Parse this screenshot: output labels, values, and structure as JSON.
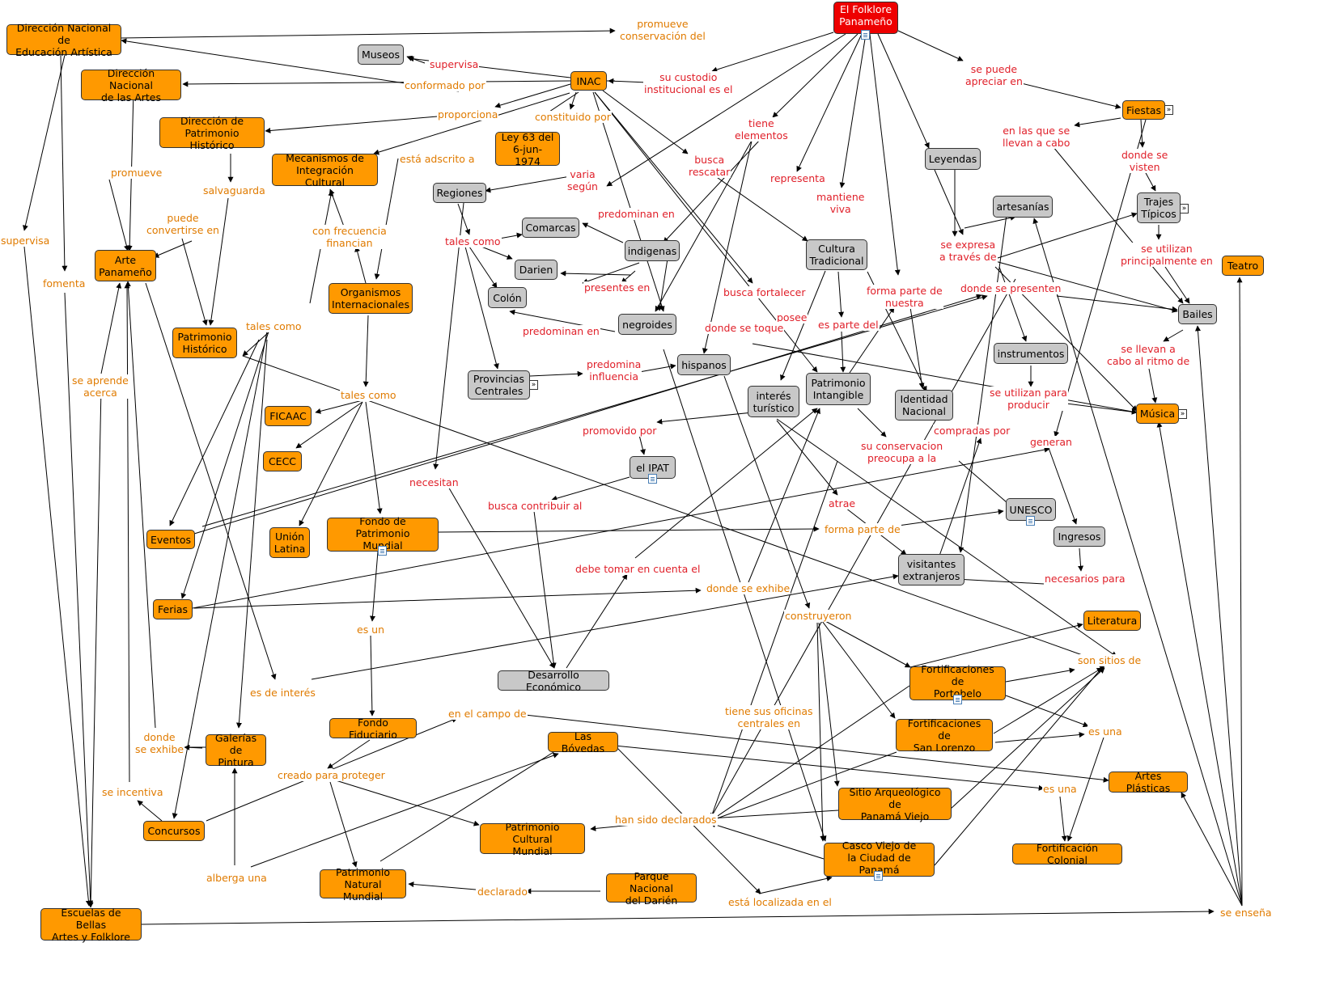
{
  "nodes": {
    "folklore": "El Folklore\nPanameño",
    "dnea": "Dirección Nacional de\nEducación Artística",
    "museos": "Museos",
    "inac": "INAC",
    "dna": "Dirección Nacional\nde las Artes",
    "dph": "Dirección de\nPatrimonio Histórico",
    "ley63": "Ley 63 del\n6-jun-1974",
    "mic": "Mecanismos de\nIntegración Cultural",
    "regiones": "Regiones",
    "comarcas": "Comarcas",
    "darien": "Darien",
    "colon": "Colón",
    "provincias": "Provincias\nCentrales",
    "indigenas": "indigenas",
    "negroides": "negroides",
    "hispanos": "hispanos",
    "leyendas": "Leyendas",
    "artesanias": "artesanías",
    "fiestas": "Fiestas",
    "trajes": "Trajes\nTípicos",
    "bailes": "Bailes",
    "musica": "Música",
    "teatro": "Teatro",
    "cultura": "Cultura\nTradicional",
    "patint": "Patrimonio\nIntangible",
    "identidad": "Identidad\nNacional",
    "interes_tur": "interés\nturístico",
    "instrumentos": "instrumentos",
    "ipat": "el IPAT",
    "unesco": "UNESCO",
    "ingresos": "Ingresos",
    "visitantes": "visitantes\nextranjeros",
    "arte": "Arte\nPanameño",
    "pathist": "Patrimonio\nHistórico",
    "orgint": "Organismos\nInternacionales",
    "ficaac": "FICAAC",
    "cecc": "CECC",
    "union": "Unión\nLatina",
    "fpm": "Fondo de Patrimonio\nMundial",
    "eventos": "Eventos",
    "ferias": "Ferias",
    "desarrollo": "Desarrollo Económico",
    "fondofid": "Fondo Fiduciario",
    "galerias": "Galerías\nde Pintura",
    "concursos": "Concursos",
    "bovedas": "Las Bóvedas",
    "pcm": "Patrimonio Cultural\nMundial",
    "pnm": "Patrimonio\nNatural Mundial",
    "pndarien": "Parque Nacional\ndel Darién",
    "escuelas": "Escuelas de Bellas\nArtes y Folklore",
    "literatura": "Literatura",
    "portobelo": "Fortificaciones de\nPortobelo",
    "sanlorenzo": "Fortificaciones de\nSan Lorenzo",
    "panamaviejo": "Sitio Arqueológico de\nPanamá Viejo",
    "cascoviejo": "Casco Viejo de\nla Ciudad de Panamá",
    "artesplasticas": "Artes Plásticas",
    "fortcolonial": "Fortificación Colonial"
  },
  "labels": {
    "promueve_cons": "promueve\nconservación del",
    "supervisa1": "supervisa",
    "conformado": "conformado por",
    "proporciona": "proporciona",
    "constituido": "constituido por",
    "adscrito": "está adscrito a",
    "custodio": "su custodio\ninstitucional es el",
    "apreciar": "se puede\napreciar en",
    "llevan_cabo": "en las que se\nllevan a cabo",
    "visten": "donde se\nvisten",
    "tiene_elem": "tiene\nelementos",
    "busca_rescatar": "busca\nrescatar",
    "varia": "varia\nsegún",
    "predominan_en1": "predominan en",
    "tales_como1": "tales como",
    "presentes": "presentes en",
    "predominan_en2": "predominan en",
    "predomina_inf": "predomina\ninfluencia",
    "representa": "representa",
    "mantiene": "mantiene\nviva",
    "expresa": "se expresa\na través de",
    "utilizan_princ": "se utilizan\nprincipalmente en",
    "presenten": "donde se presenten",
    "llevan_ritmo": "se llevan a\ncabo al ritmo de",
    "busca_fort": "busca fortalecer",
    "forma_nuestra": "forma parte de\nnuestra",
    "posee": "posee",
    "es_parte": "es parte del",
    "toque": "donde se toque",
    "utilizan_prod": "se utilizan para\nproducir",
    "compradas": "compradas por",
    "generan": "generan",
    "promovido": "promovido por",
    "conservacion": "su conservacion\npreocupa a la",
    "contribuir": "busca contribuir al",
    "atrae": "atrae",
    "forma_de": "forma parte de",
    "necesarios": "necesarios para",
    "promueve": "promueve",
    "salvaguarda": "salvaguarda",
    "convertirse": "puede\nconvertirse en",
    "frecuencia": "con frecuencia\nfinancian",
    "tales_como2": "tales como",
    "tales_como3": "tales como",
    "supervisa2": "supervisa",
    "fomenta": "fomenta",
    "aprende": "se aprende\nacerca",
    "necesitan": "necesitan",
    "debe_tomar": "debe tomar en cuenta el",
    "exhibe1": "donde se exhibe",
    "es_un": "es un",
    "interes": "es de interés",
    "campo": "en el campo de",
    "construyeron": "construyeron",
    "sitios": "son sitios de",
    "es_una1": "es una",
    "es_una2": "es una",
    "oficinas": "tiene sus oficinas\ncentrales en",
    "exhibe2": "donde\nse exhibe",
    "incentiva": "se incentiva",
    "creado": "creado para proteger",
    "declarados": "han sido declarados",
    "alberga": "alberga una",
    "declarado": "declarado",
    "localizada": "está localizada en el",
    "ensena": "se enseña"
  },
  "icons": [
    "document-icon",
    "more-icon"
  ],
  "colors": {
    "concept_orange": "#ff9900",
    "concept_gray": "#c8c8c8",
    "root_red": "#ee0000",
    "link_orange": "#e07b00",
    "link_red": "#e0202a"
  }
}
